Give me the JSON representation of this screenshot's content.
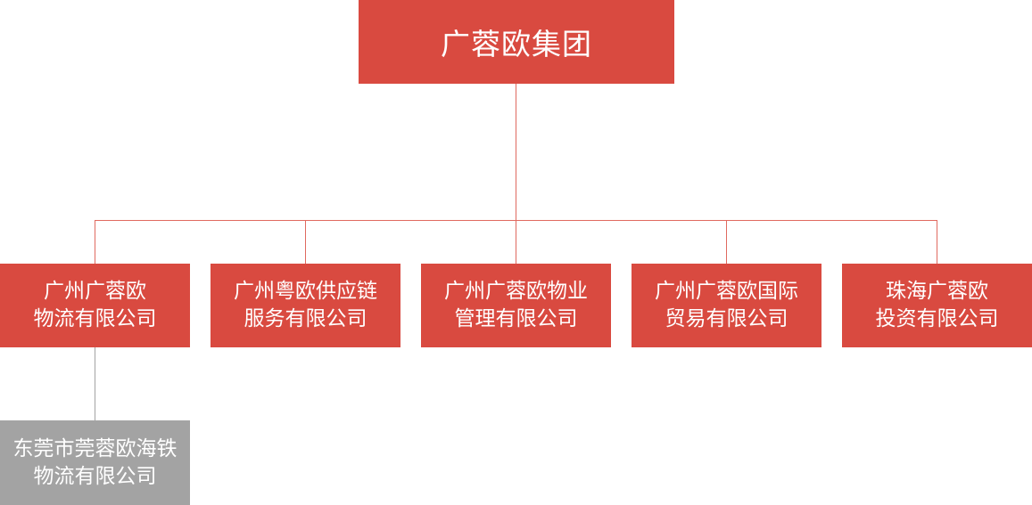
{
  "root": {
    "label": "广蓉欧集团"
  },
  "subsidiaries": [
    {
      "line1": "广州广蓉欧",
      "line2": "物流有限公司"
    },
    {
      "line1": "广州粤欧供应链",
      "line2": "服务有限公司"
    },
    {
      "line1": "广州广蓉欧物业",
      "line2": "管理有限公司"
    },
    {
      "line1": "广州广蓉欧国际",
      "line2": "贸易有限公司"
    },
    {
      "line1": "珠海广蓉欧",
      "line2": "投资有限公司"
    }
  ],
  "third_level": [
    {
      "line1": "东莞市莞蓉欧海铁",
      "line2": "物流有限公司",
      "parent_index": 0
    }
  ],
  "colors": {
    "primary_box": "#d94a40",
    "secondary_box": "#a3a3a3",
    "connector_red": "#e06a60",
    "connector_gray": "#a3a3a3",
    "text": "#ffffff"
  }
}
